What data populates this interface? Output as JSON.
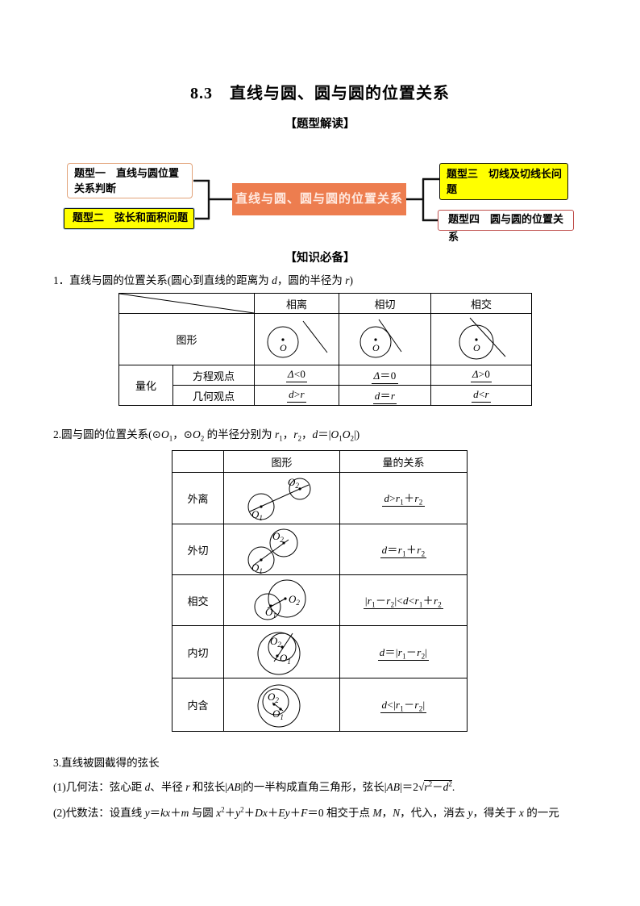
{
  "page": {
    "title": "8.3　直线与圆、圆与圆的位置关系"
  },
  "headings": {
    "tixing": "【题型解读】",
    "zhishi": "【知识必备】"
  },
  "colors": {
    "center_bg": "#ED7D4F",
    "center_text": "#FFE9E0",
    "node_yellow": "#FFFF00",
    "node1_border": "#E2A379",
    "node2_outline": "#BDD7EE",
    "node4_border": "#C0504D",
    "line_black": "#111111"
  },
  "mindmap": {
    "center": "直线与圆、圆与圆的位置关系",
    "nodes": [
      {
        "label": "题型一　直线与圆位置关系判断"
      },
      {
        "label": "题型二　弦长和面积问题"
      },
      {
        "label": "题型三　切线及切线长问题"
      },
      {
        "label": "题型四　圆与圆的位置关系"
      }
    ]
  },
  "sym": {
    "o": "O",
    "s1": "1",
    "s2": "2"
  },
  "k1": {
    "heading_html": "1．直线与圆的位置关系(圆心到直线的距离为 <i>d</i>，圆的半径为 <i>r</i>)",
    "table": {
      "cols": [
        "相离",
        "相切",
        "相交"
      ],
      "tuxing": "图形",
      "lianghua": "量化",
      "fangcheng": "方程观点",
      "jihe": "几何观点",
      "fx_html": [
        "<i>Δ</i><0",
        "<i>Δ</i>＝0",
        "<i>Δ</i>>0"
      ],
      "jh_html": [
        "<i>d</i>><i>r</i>",
        "<i>d</i>＝<i>r</i>",
        "<i>d</i><<i>r</i>"
      ]
    }
  },
  "k2": {
    "heading_html": "2.圆与圆的位置关系(⊙<i>O</i><sub>1</sub>，⊙<i>O</i><sub>2</sub> 的半径分别为 <i>r</i><sub>1</sub>，<i>r</i><sub>2</sub>，<i>d</i>＝|<i>O</i><sub>1</sub><i>O</i><sub>2</sub>|)",
    "table": {
      "col_tuxing": "图形",
      "col_guanxi": "量的关系",
      "rows": [
        {
          "label": "外离",
          "rel_html": "<i>d</i>><i>r</i><sub>1</sub>＋<i>r</i><sub>2</sub>"
        },
        {
          "label": "外切",
          "rel_html": "<i>d</i>＝<i>r</i><sub>1</sub>＋<i>r</i><sub>2</sub>"
        },
        {
          "label": "相交",
          "rel_html": "|<i>r</i><sub>1</sub>－<i>r</i><sub>2</sub>|<<i>d</i><<i>r</i><sub>1</sub>＋<i>r</i><sub>2</sub>"
        },
        {
          "label": "内切",
          "rel_html": "<i>d</i>＝|<i>r</i><sub>1</sub>－<i>r</i><sub>2</sub>|"
        },
        {
          "label": "内含",
          "rel_html": "<i>d</i><|<i>r</i><sub>1</sub>－<i>r</i><sub>2</sub>|"
        }
      ]
    }
  },
  "k3": {
    "heading": "3.直线被圆截得的弦长",
    "line1_html": "(1)几何法：弦心距 <i>d</i>、半径 <i>r</i> 和弦长|<i>AB</i>|的一半构成直角三角形，弦长|<i>AB</i>|＝2<span class=\"rad\">√</span><span class=\"vinc\"><i>r</i><sup>2</sup>－<i>d</i><sup>2</sup></span>.",
    "line2_html": "(2)代数法：设直线 <i>y</i>＝<i>kx</i>＋<i>m</i> 与圆 <i>x</i><sup>2</sup>＋<i>y</i><sup>2</sup>＋<i>Dx</i>＋<i>Ey</i>＋<i>F</i>＝0 相交于点 <i>M</i>，<i>N</i>，代入，消去 <i>y</i>，得关于 <i>x</i> 的一元"
  }
}
